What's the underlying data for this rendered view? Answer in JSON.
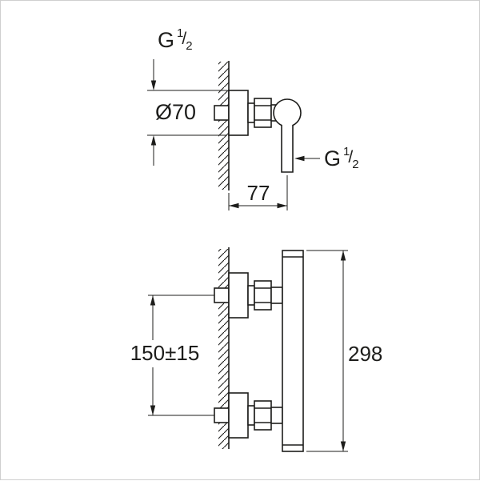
{
  "drawing": {
    "colors": {
      "line": "#1d1d1b",
      "background": "#ffffff",
      "border": "#cfcfcf"
    },
    "top_view": {
      "inlet_thread_label": {
        "base": "G",
        "numerator": "1",
        "fraction_slash": "/",
        "denominator": "2"
      },
      "escutcheon_diameter_label": "Ø70",
      "outlet_thread_label": {
        "base": "G",
        "numerator": "1",
        "fraction_slash": "/",
        "denominator": "2"
      },
      "wall_to_outlet_depth_label": "77"
    },
    "front_view": {
      "inlet_spacing_label": "150±15",
      "overall_height_label": "298"
    }
  }
}
